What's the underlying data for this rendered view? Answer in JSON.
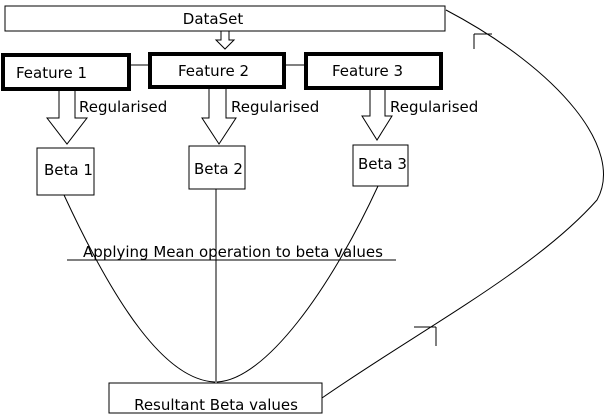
{
  "dataset": {
    "label": "DataSet"
  },
  "features": [
    {
      "label": "Feature 1"
    },
    {
      "label": "Feature 2"
    },
    {
      "label": "Feature 3"
    }
  ],
  "regularised": [
    {
      "label": "Regularised"
    },
    {
      "label": "Regularised"
    },
    {
      "label": "Regularised"
    }
  ],
  "betas": [
    {
      "label": "Beta 1"
    },
    {
      "label": "Beta 2"
    },
    {
      "label": "Beta 3"
    }
  ],
  "mean_operation": {
    "label": "Applying Mean operation to beta values"
  },
  "result": {
    "label": "Resultant Beta values"
  },
  "colors": {
    "stroke": "#000000",
    "background": "#ffffff"
  }
}
